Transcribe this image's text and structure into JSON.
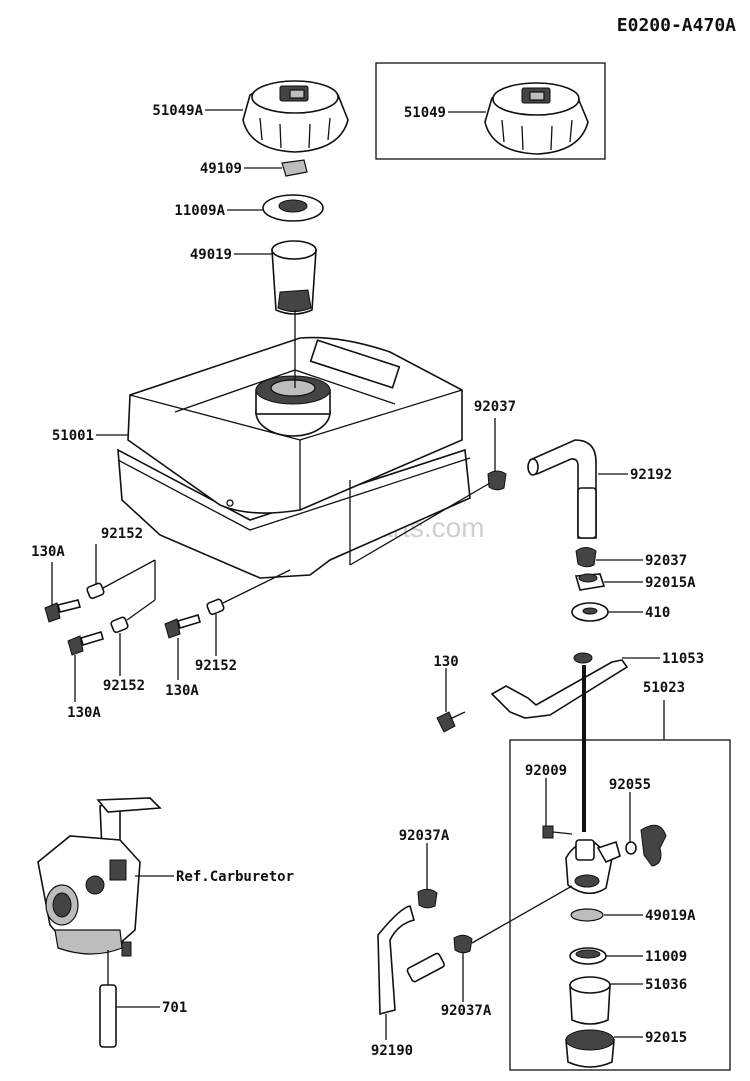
{
  "diagram_code": "E0200-A470A",
  "watermark": "eReplacementParts.com",
  "labels": {
    "cap_a": "51049A",
    "cap": "51049",
    "filter_screen": "49109",
    "gasket_a": "11009A",
    "strainer": "49019",
    "tank": "51001",
    "clamp_top": "92037",
    "hose_top": "92192",
    "clamp_mid": "92037",
    "nut": "92015A",
    "washer": "410",
    "bracket": "11053",
    "valve_assy": "51023",
    "bolt_130": "130",
    "spacer_left": "92152",
    "bolt_left": "130A",
    "spacer_bottom": "92152",
    "bolt_bottom": "130A",
    "bolt_mid": "130A",
    "spacer_mid": "92152",
    "screw": "92009",
    "oring": "92055",
    "clamp_a_top": "92037A",
    "clamp_a_bottom": "92037A",
    "cup_gasket": "49019A",
    "gasket": "11009",
    "cup": "51036",
    "cup_nut": "92015",
    "hose_bottom": "92190",
    "carb_ref": "Ref.Carburetor",
    "hose_carb": "701"
  },
  "icons": [
    "fuel-cap",
    "fuel-tank",
    "strainer",
    "fuel-valve",
    "carburetor",
    "hose",
    "clamp",
    "bolt"
  ]
}
